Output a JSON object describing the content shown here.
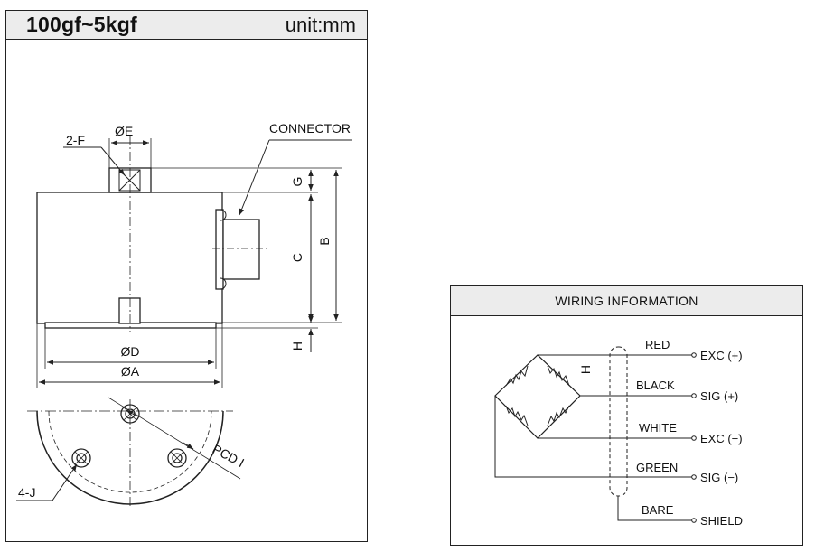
{
  "drawing": {
    "title": "100gf~5kgf",
    "unit": "unit:mm",
    "labels": {
      "two_f": "2-F",
      "dia_e": "ØE",
      "connector": "CONNECTOR",
      "g": "G",
      "c": "C",
      "b": "B",
      "h": "H",
      "dia_d": "ØD",
      "dia_a": "ØA",
      "pcd": "PCD I",
      "four_j": "4-J"
    }
  },
  "wiring": {
    "title": "WIRING INFORMATION",
    "h_label": "H",
    "wires": [
      {
        "color_name": "RED",
        "signal": "EXC (+)"
      },
      {
        "color_name": "BLACK",
        "signal": "SIG (+)"
      },
      {
        "color_name": "WHITE",
        "signal": "EXC (−)"
      },
      {
        "color_name": "GREEN",
        "signal": "SIG (−)"
      },
      {
        "color_name": "BARE",
        "signal": "SHIELD"
      }
    ]
  },
  "colors": {
    "line": "#222222",
    "header_fill": "#ececec",
    "body_fill": "#ffffff"
  }
}
